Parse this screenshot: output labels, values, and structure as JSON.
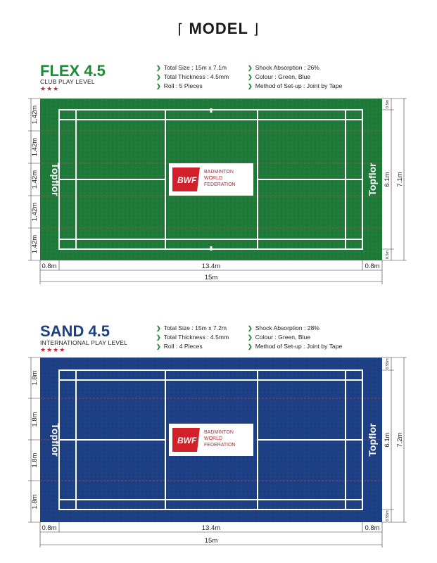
{
  "page_title": "MODEL",
  "bracket_open": "⌈",
  "bracket_close": "⌋",
  "models": [
    {
      "name": "FLEX 4.5",
      "level": "CLUB PLAY LEVEL",
      "stars": "★★★",
      "specs_left": [
        "Total Size : 15m x 7.1m",
        "Total Thickness : 4.5mm",
        "Roll : 5 Pieces"
      ],
      "specs_right": [
        "Shock Absorption : 26%",
        "Colour : Green, Blue",
        "Method of Set-up : Joint by Tape"
      ],
      "court_color": "#1f7a3a",
      "brand": "Topflor",
      "left_dims": [
        "1.42m",
        "1.42m",
        "1.42m",
        "1.42m",
        "1.42m"
      ],
      "right_small_top": "0.5m",
      "right_small_bottom": "0.5m",
      "inner_width": "6.1m",
      "outer_width": "7.1m",
      "bottom_dims": [
        "0.8m",
        "13.4m",
        "0.8m"
      ],
      "total_length": "15m",
      "bwf": {
        "logo": "BWF",
        "line1": "BADMINTON",
        "line2": "WORLD",
        "line3": "FEDERATION"
      }
    },
    {
      "name": "SAND 4.5",
      "level": "INTERNATIONAL PLAY LEVEL",
      "stars": "★★★★",
      "specs_left": [
        "Total Size : 15m x 7.2m",
        "Total Thickness : 4.5mm",
        "Roll : 4 Pieces"
      ],
      "specs_right": [
        "Shock Absorption : 28%",
        "Colour : Green, Blue",
        "Method of Set-up : Joint by Tape"
      ],
      "court_color": "#1d3f84",
      "brand": "Topflor",
      "left_dims": [
        "1.8m",
        "1.8m",
        "1.8m",
        "1.8m"
      ],
      "right_small_top": "0.55m",
      "right_small_bottom": "0.55m",
      "inner_width": "6.1m",
      "outer_width": "7.2m",
      "bottom_dims": [
        "0.8m",
        "13.4m",
        "0.8m"
      ],
      "total_length": "15m",
      "bwf": {
        "logo": "BWF",
        "line1": "BADMINTON",
        "line2": "WORLD",
        "line3": "FEDERATION"
      }
    }
  ]
}
